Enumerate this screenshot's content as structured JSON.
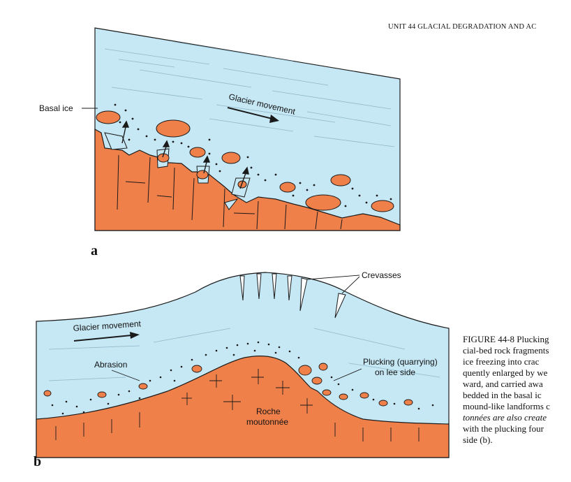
{
  "header": "UNIT 44   GLACIAL DEGRADATION AND AC",
  "figure_a": {
    "panel_label": "a",
    "basal_ice_label": "Basal ice",
    "movement_label": "Glacier movement"
  },
  "figure_b": {
    "panel_label": "b",
    "movement_label": "Glacier movement",
    "crevasses_label": "Crevasses",
    "abrasion_label": "Abrasion",
    "plucking_label_1": "Plucking (quarrying)",
    "plucking_label_2": "on lee side",
    "roche_label_1": "Roche",
    "roche_label_2": "moutonnée"
  },
  "caption": {
    "lines": [
      "FIGURE 44-8 Plucking",
      "cial-bed rock fragments",
      "ice freezing into crac",
      "quently enlarged by we",
      "ward, and carried awa",
      "bedded in the basal ic",
      "mound-like landforms c",
      "tonnées are also create",
      "with the plucking four",
      "side (b)."
    ]
  },
  "colors": {
    "ice": "#c6e8f5",
    "rock": "#f0804a",
    "line": "#1a1a1a"
  }
}
